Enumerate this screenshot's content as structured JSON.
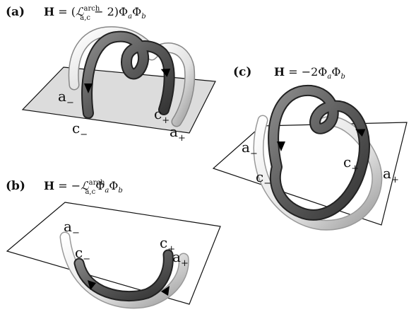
{
  "panels": [
    {
      "id": "a",
      "label": "(a)",
      "equation": {
        "H": "H",
        "eq": " = (",
        "L": "ℒ",
        "sup": "arch",
        "sub": "a,c",
        "tail": " − 2)",
        "phi_a": "Φ",
        "a": "a",
        "phi_b": "Φ",
        "b": "b"
      },
      "ends": {
        "a_minus": "a",
        "c_minus": "c",
        "c_plus": "c",
        "a_plus": "a"
      }
    },
    {
      "id": "b",
      "label": "(b)",
      "equation": {
        "H": "H",
        "eq": " = −",
        "L": "ℒ",
        "sup": "arch",
        "sub": "a,c",
        "phi_a": "Φ",
        "a": "a",
        "phi_b": "Φ",
        "b": "b"
      },
      "ends": {
        "a_minus": "a",
        "c_minus": "c",
        "c_plus": "c",
        "a_plus": "a"
      }
    },
    {
      "id": "c",
      "label": "(c)",
      "equation": {
        "H": "H",
        "eq": " = −2",
        "phi_a": "Φ",
        "a": "a",
        "phi_b": "Φ",
        "b": "b"
      },
      "ends": {
        "a_minus": "a",
        "c_minus": "c",
        "c_plus": "c",
        "a_plus": "a"
      }
    }
  ],
  "signs": {
    "minus": "−",
    "plus": "+"
  },
  "colors": {
    "tube_dark": "#5a5a5a",
    "tube_light": "#eeeeee",
    "plane_fill": "#dcdcdc",
    "plane_stroke": "#111111"
  }
}
